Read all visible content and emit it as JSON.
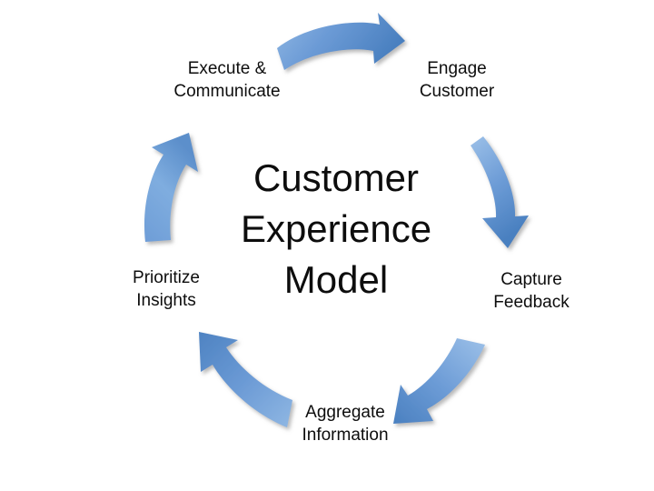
{
  "diagram": {
    "title_lines": [
      "Customer",
      "Experience",
      "Model"
    ],
    "type": "cycle",
    "background_color": "#FFFFFF",
    "text_color": "#0D0D0D",
    "arrow_color_light": "#8FB7E3",
    "arrow_color_mid": "#6C9BD6",
    "arrow_color_dark": "#4A80C0",
    "nodes": [
      {
        "id": "engage-customer",
        "lines": [
          "Engage",
          "Customer"
        ],
        "position": "top-right"
      },
      {
        "id": "capture-feedback",
        "lines": [
          "Capture",
          "Feedback"
        ],
        "position": "right"
      },
      {
        "id": "aggregate-information",
        "lines": [
          "Aggregate",
          "Information"
        ],
        "position": "bottom"
      },
      {
        "id": "prioritize-insights",
        "lines": [
          "Prioritize",
          "Insights"
        ],
        "position": "left"
      },
      {
        "id": "execute-communicate",
        "lines": [
          "Execute &",
          "Communicate"
        ],
        "position": "top-left"
      }
    ],
    "arrows": [
      {
        "id": "arrow-top",
        "from": "execute-communicate",
        "to": "engage-customer",
        "direction": "right"
      },
      {
        "id": "arrow-right",
        "from": "engage-customer",
        "to": "capture-feedback",
        "direction": "down"
      },
      {
        "id": "arrow-bottom-right",
        "from": "capture-feedback",
        "to": "aggregate-information",
        "direction": "down-left"
      },
      {
        "id": "arrow-bottom-left",
        "from": "aggregate-information",
        "to": "prioritize-insights",
        "direction": "up-left"
      },
      {
        "id": "arrow-left",
        "from": "prioritize-insights",
        "to": "execute-communicate",
        "direction": "up"
      }
    ]
  }
}
